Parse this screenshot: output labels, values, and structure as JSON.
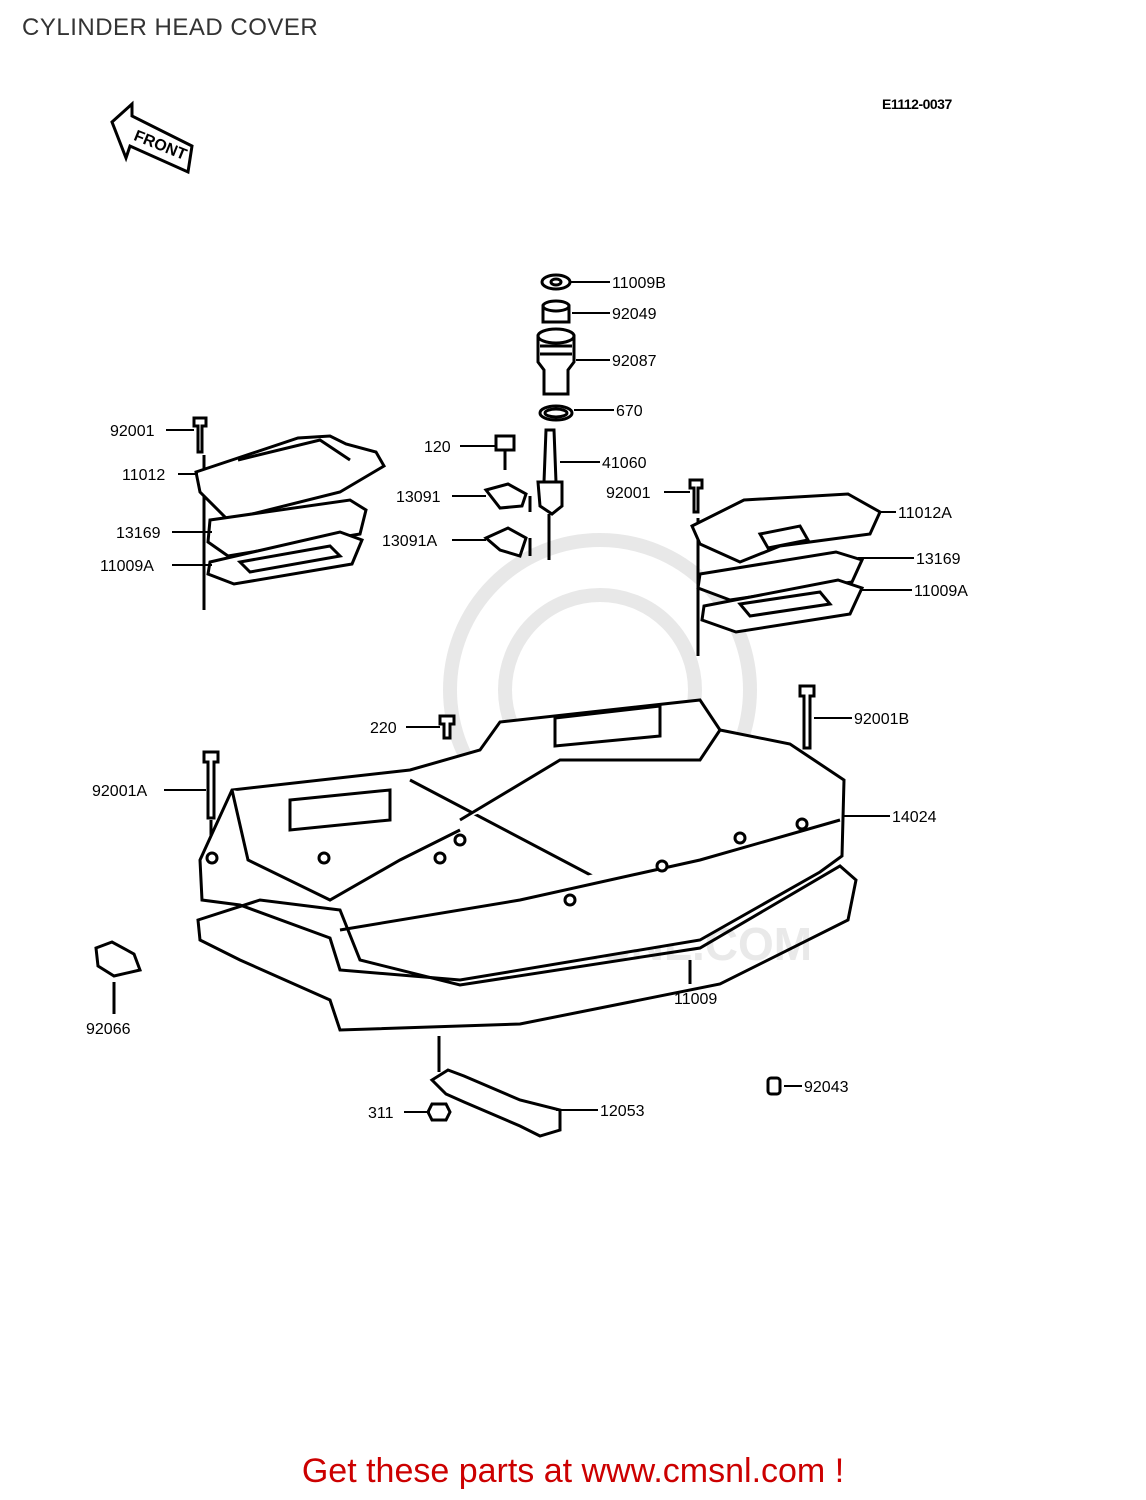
{
  "page": {
    "title": "CYLINDER HEAD COVER"
  },
  "diagram": {
    "code": "E1112-0037",
    "front_label": "FRONT",
    "watermark_text": "WWW.CMSNL.COM",
    "parts": [
      {
        "id": "p-11009B",
        "label": "11009B"
      },
      {
        "id": "p-92049",
        "label": "92049"
      },
      {
        "id": "p-92087",
        "label": "92087"
      },
      {
        "id": "p-670",
        "label": "670"
      },
      {
        "id": "p-41060",
        "label": "41060"
      },
      {
        "id": "p-120",
        "label": "120"
      },
      {
        "id": "p-13091",
        "label": "13091"
      },
      {
        "id": "p-13091A",
        "label": "13091A"
      },
      {
        "id": "p-92001-left",
        "label": "92001"
      },
      {
        "id": "p-11012",
        "label": "11012"
      },
      {
        "id": "p-13169-left",
        "label": "13169"
      },
      {
        "id": "p-11009A-left",
        "label": "11009A"
      },
      {
        "id": "p-92001-right",
        "label": "92001"
      },
      {
        "id": "p-11012A",
        "label": "11012A"
      },
      {
        "id": "p-13169-right",
        "label": "13169"
      },
      {
        "id": "p-11009A-right",
        "label": "11009A"
      },
      {
        "id": "p-220",
        "label": "220"
      },
      {
        "id": "p-92001B",
        "label": "92001B"
      },
      {
        "id": "p-92001A",
        "label": "92001A"
      },
      {
        "id": "p-14024",
        "label": "14024"
      },
      {
        "id": "p-11009",
        "label": "11009"
      },
      {
        "id": "p-92066",
        "label": "92066"
      },
      {
        "id": "p-92043",
        "label": "92043"
      },
      {
        "id": "p-311",
        "label": "311"
      },
      {
        "id": "p-12053",
        "label": "12053"
      }
    ]
  },
  "footer": {
    "cta": "Get these parts at www.cmsnl.com !"
  }
}
